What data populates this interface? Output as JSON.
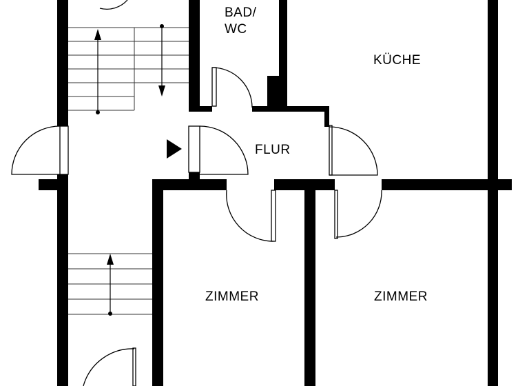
{
  "plan": {
    "rooms": {
      "bad_line1": "BAD/",
      "bad_line2": "WC",
      "kueche": "KÜCHE",
      "flur": "FLUR",
      "zimmer_left": "ZIMMER",
      "zimmer_right": "ZIMMER"
    },
    "colors": {
      "wall": "#000000",
      "background": "#ffffff"
    },
    "icons": [
      "entrance-arrow-icon",
      "stair-up-arrow-icon",
      "stair-down-arrow-icon"
    ]
  }
}
